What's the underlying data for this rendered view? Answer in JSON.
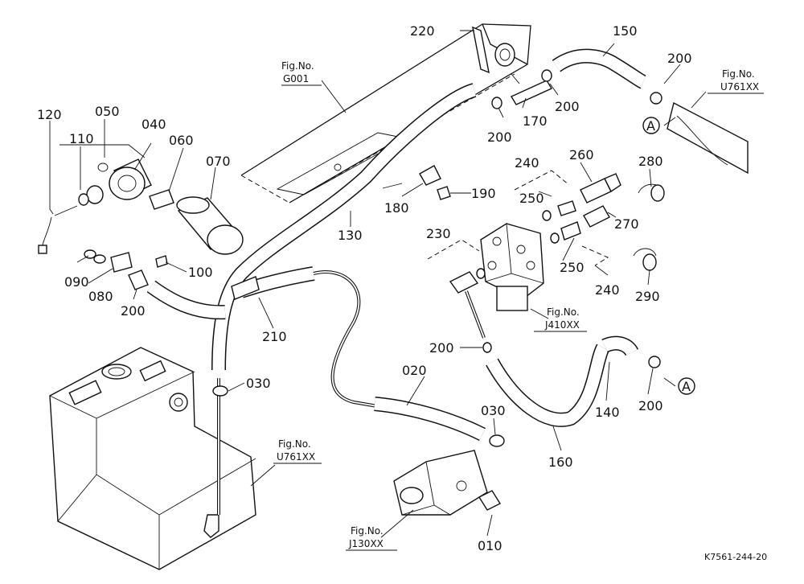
{
  "parts": {
    "p220": "220",
    "p150": "150",
    "p200a": "200",
    "p200b": "200",
    "p200c": "200",
    "p170": "170",
    "p120": "120",
    "p050": "050",
    "p040": "040",
    "p110": "110",
    "p060": "060",
    "p070": "070",
    "p260": "260",
    "p240a": "240",
    "p280": "280",
    "p250a": "250",
    "p190": "190",
    "p180": "180",
    "p270": "270",
    "p130": "130",
    "p230": "230",
    "p250b": "250",
    "p100": "100",
    "p090": "090",
    "p080": "080",
    "p200d": "200",
    "p240b": "240",
    "p290": "290",
    "p210": "210",
    "p200e": "200",
    "p030a": "030",
    "p020": "020",
    "p140": "140",
    "p200f": "200",
    "p030b": "030",
    "p160": "160",
    "p010": "010"
  },
  "fig_refs": {
    "g001": {
      "line1": "Fig.No.",
      "line2": "G001"
    },
    "u761_top": {
      "line1": "Fig.No.",
      "line2": "U761XX"
    },
    "j410": {
      "line1": "Fig.No.",
      "line2": "J410XX"
    },
    "u761_bottom": {
      "line1": "Fig.No.",
      "line2": "U761XX"
    },
    "j130": {
      "line1": "Fig.No.",
      "line2": "J130XX"
    }
  },
  "markers": {
    "a_top": "A",
    "a_bottom": "A"
  },
  "drawing_code": "K7561-244-20"
}
